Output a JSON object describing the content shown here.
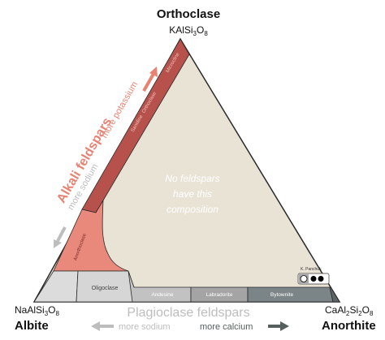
{
  "vertices": {
    "top": {
      "name": "Orthoclase",
      "formula_main": "KAlSi",
      "formula_sub1": "3",
      "formula_mid": "O",
      "formula_sub2": "8"
    },
    "left": {
      "name": "Albite",
      "formula_main": "NaAlSi",
      "formula_sub1": "3",
      "formula_mid": "O",
      "formula_sub2": "8"
    },
    "right": {
      "name": "Anorthite",
      "formula_main": "CaAl",
      "formula_sub1": "2",
      "formula_mid": "Si",
      "formula_sub2": "2",
      "formula_end": "O",
      "formula_sub3": "8"
    }
  },
  "series_labels": {
    "alkali": "Alkali feldspars",
    "alkali_up": "more potassium",
    "alkali_down": "more sodium",
    "plagioclase": "Plagioclase feldspars",
    "plag_left": "more sodium",
    "plag_right": "more calcium"
  },
  "center_text": [
    "No feldspars",
    "have this",
    "composition"
  ],
  "alkali_members": {
    "sanidine": "Sanidine",
    "orthoclase": "Orthoclase",
    "microcline": "Microcline",
    "anorthoclase": "Anorthoclase"
  },
  "plagioclase_members": [
    "Oligoclase",
    "Andesine",
    "Labradorite",
    "Bytownite"
  ],
  "credit": "K. Panchuk",
  "colors": {
    "background": "#e9e3d6",
    "alkali_dark": "#b7514b",
    "anorthoclase": "#e8897c",
    "plag_light": "#dcdcdc",
    "plag_mid": "#a4a4a4",
    "plag_dark": "#5c6669",
    "arrow_red": "#e98272",
    "arrow_grey": "#bdbdbd",
    "arrow_dark": "#55605e"
  }
}
